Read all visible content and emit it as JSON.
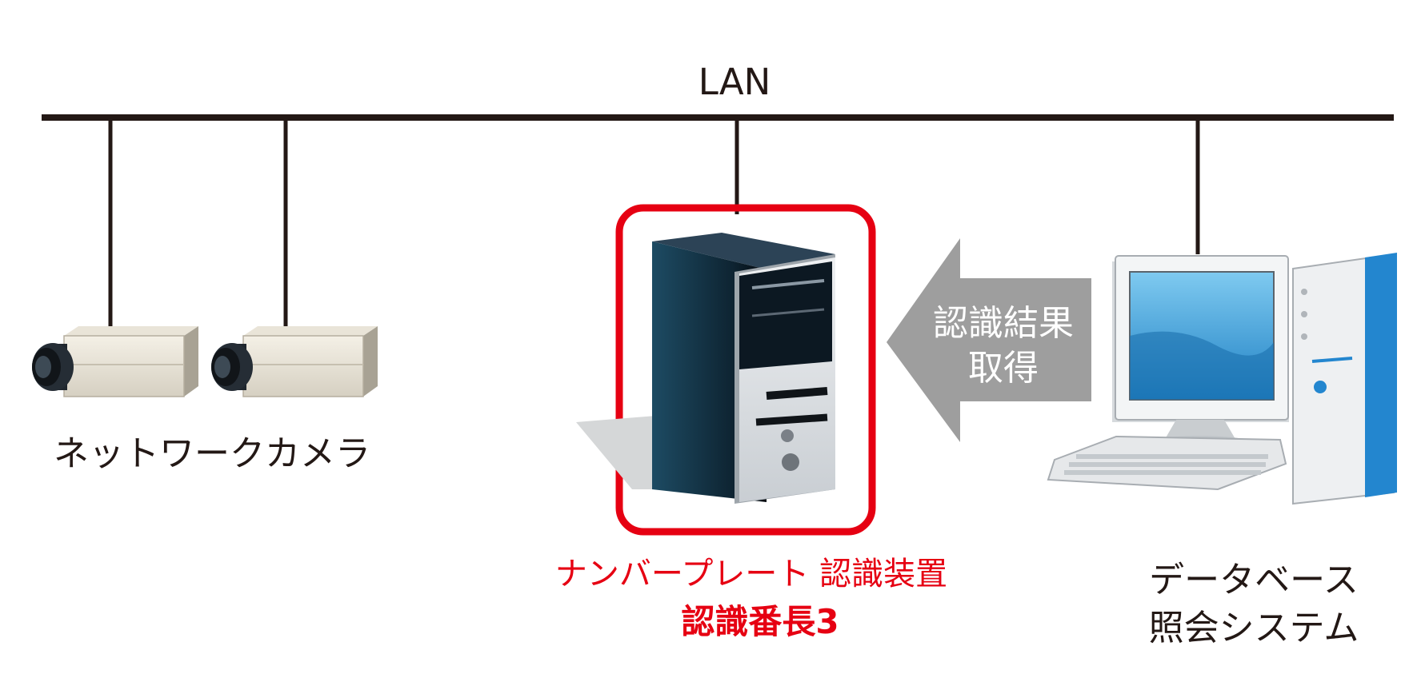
{
  "network": {
    "label": "LAN"
  },
  "cameras": {
    "label": "ネットワークカメラ"
  },
  "recognition_device": {
    "line1": "ナンバープレート 認識装置",
    "line2": "認識番長3"
  },
  "arrow": {
    "line1": "認識結果",
    "line2": "取得"
  },
  "database_system": {
    "line1": "データベース",
    "line2": "照会システム"
  },
  "colors": {
    "line": "#231815",
    "highlight": "#e60012",
    "arrow": "#9e9e9e",
    "screen": "#4aa8e0"
  }
}
